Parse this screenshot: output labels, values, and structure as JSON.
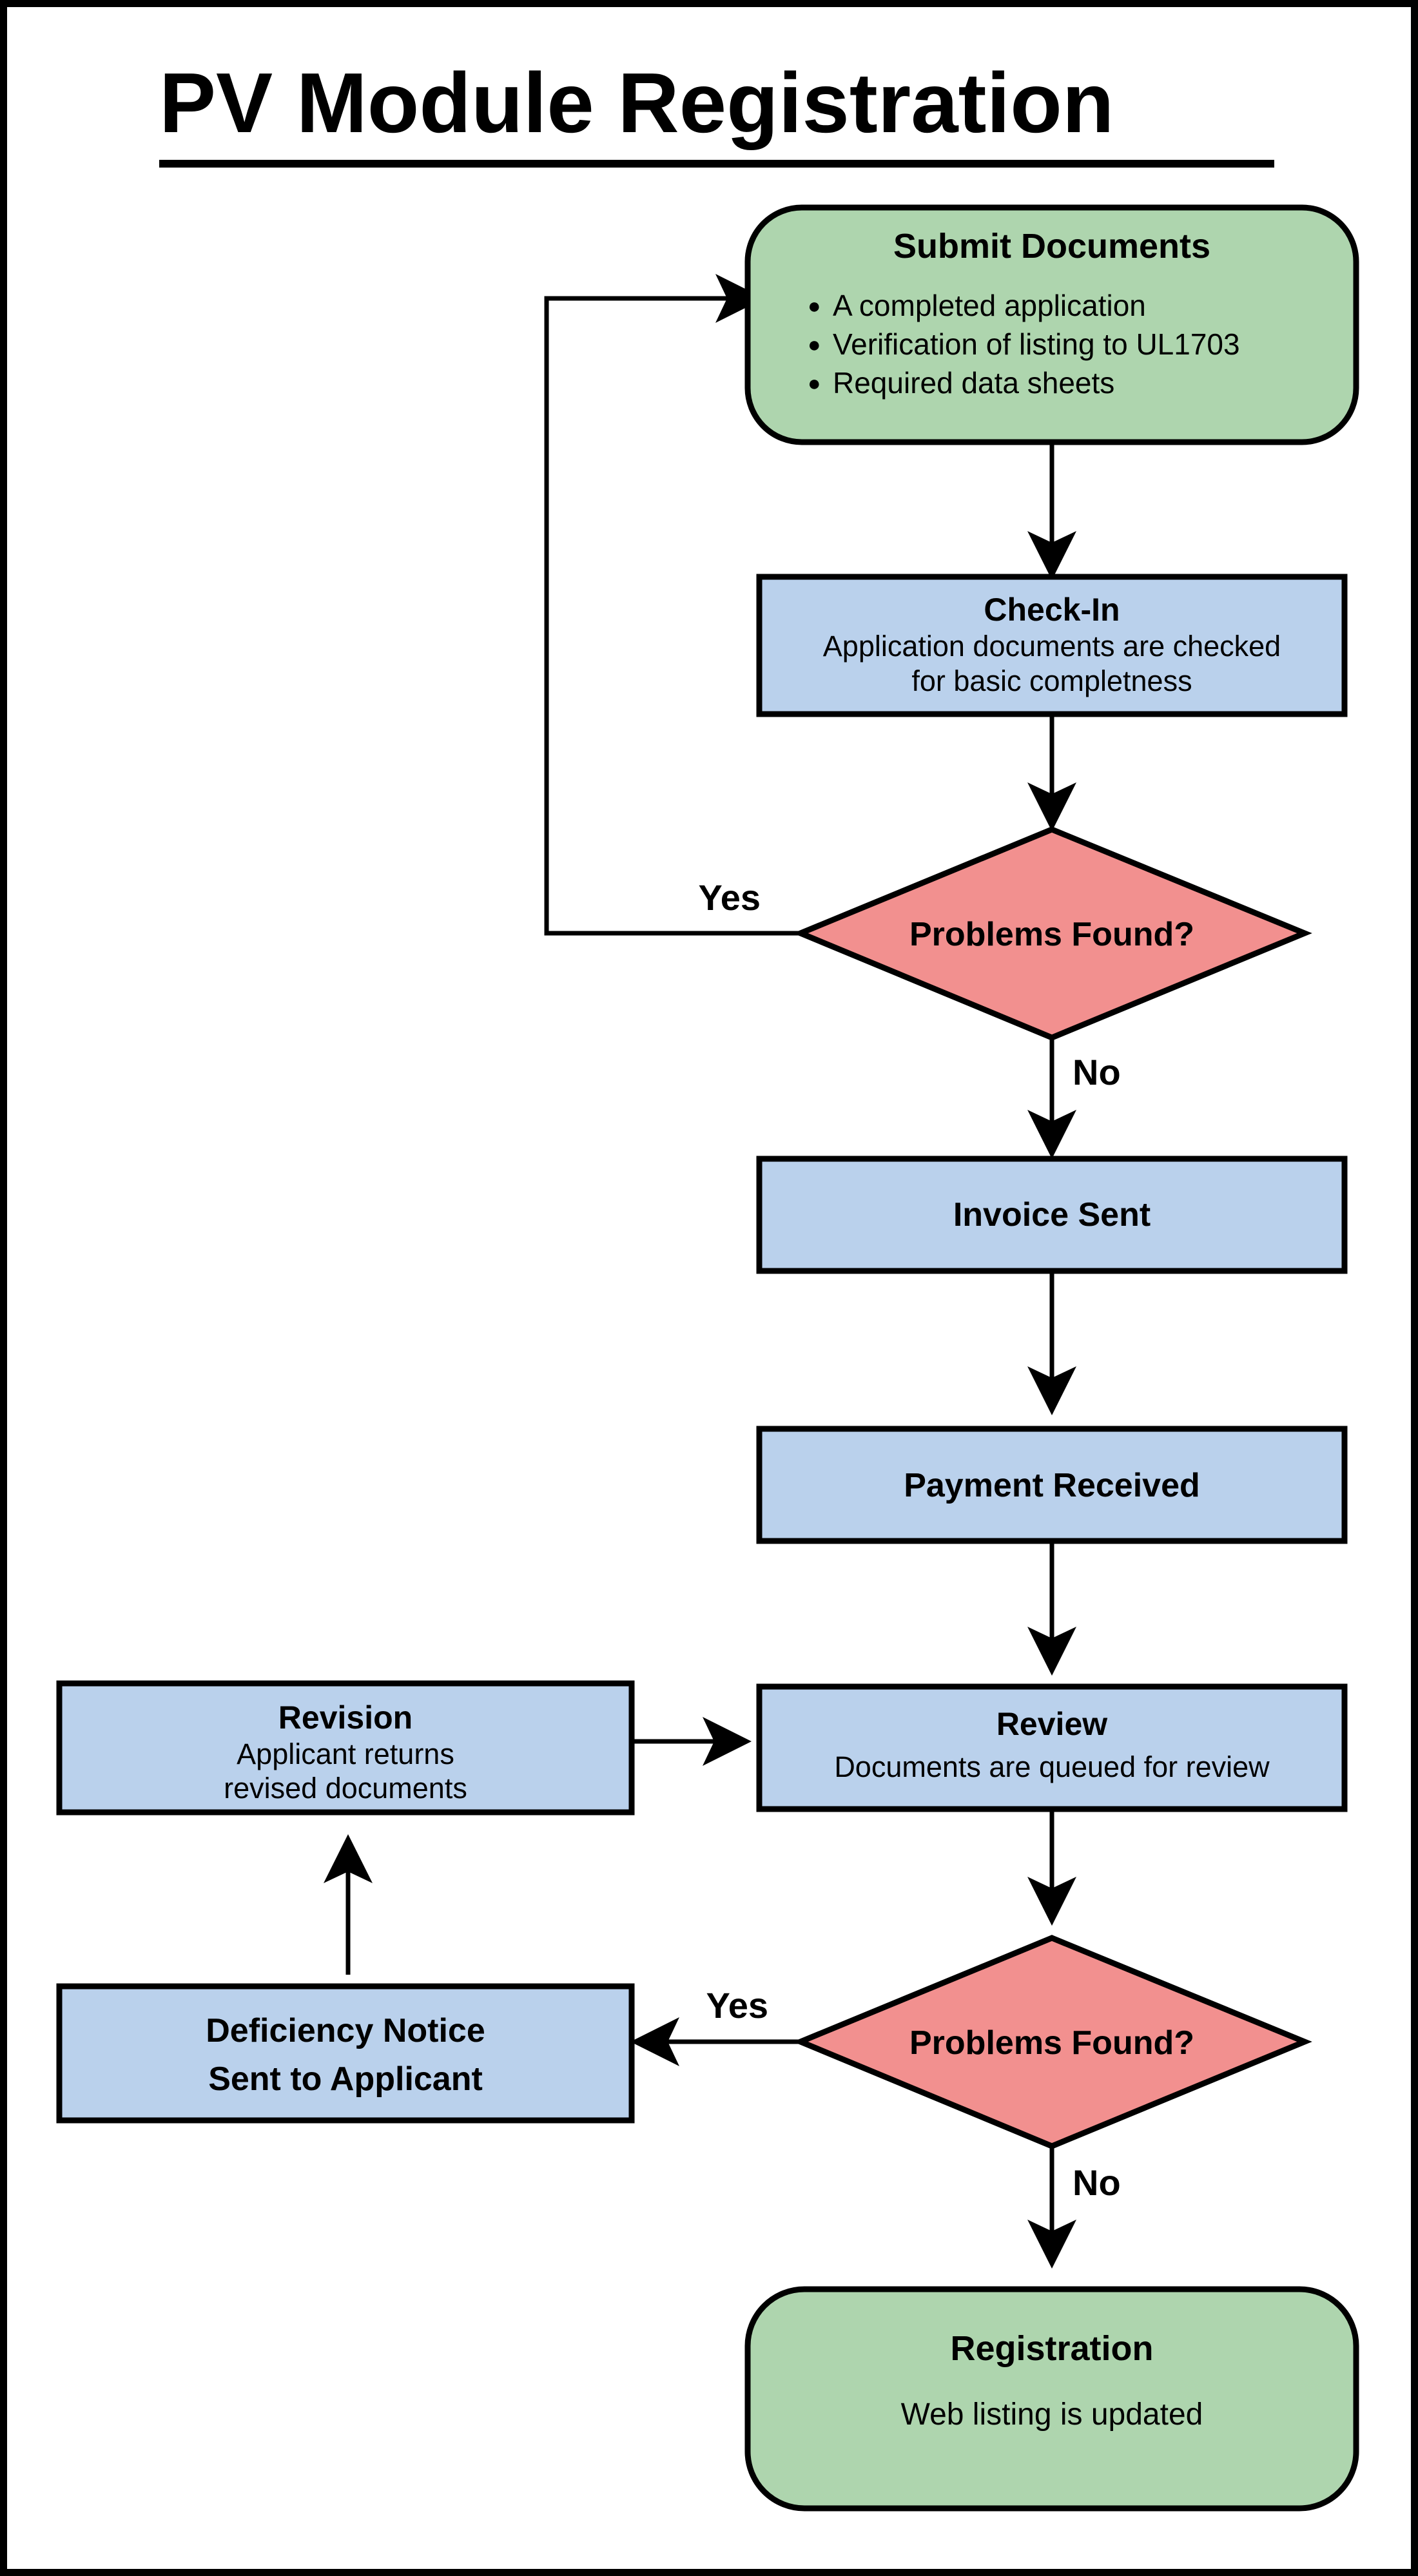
{
  "page": {
    "title": "PV Module Registration",
    "frame_color": "#000000",
    "background": "#ffffff"
  },
  "palette": {
    "terminator_fill": "#AED5AE",
    "process_fill": "#BAD1EC",
    "decision_fill": "#F2908F",
    "outline": "#000000",
    "text": "#000000"
  },
  "chart_data": {
    "type": "flowchart",
    "title": "PV Module Registration",
    "nodes": [
      {
        "id": "submit-documents",
        "shape": "stadium",
        "fill": "#AED5AE",
        "title": "Submit Documents",
        "bullets": [
          "A completed application",
          "Verification of listing to UL1703",
          "Required data sheets"
        ]
      },
      {
        "id": "check-in",
        "shape": "rectangle",
        "fill": "#BAD1EC",
        "title": "Check-In",
        "lines": [
          "Application documents are checked",
          "for basic completness"
        ]
      },
      {
        "id": "problems-found-1",
        "shape": "diamond",
        "fill": "#F2908F",
        "title": "Problems Found?",
        "lines": []
      },
      {
        "id": "invoice-sent",
        "shape": "rectangle",
        "fill": "#BAD1EC",
        "title": "Invoice Sent",
        "lines": []
      },
      {
        "id": "payment-received",
        "shape": "rectangle",
        "fill": "#BAD1EC",
        "title": "Payment Received",
        "lines": []
      },
      {
        "id": "review",
        "shape": "rectangle",
        "fill": "#BAD1EC",
        "title": "Review",
        "lines": [
          "Documents are queued for review"
        ]
      },
      {
        "id": "revision",
        "shape": "rectangle",
        "fill": "#BAD1EC",
        "title": "Revision",
        "lines": [
          "Applicant returns",
          "revised documents"
        ]
      },
      {
        "id": "problems-found-2",
        "shape": "diamond",
        "fill": "#F2908F",
        "title": "Problems Found?",
        "lines": []
      },
      {
        "id": "deficiency-notice",
        "shape": "rectangle",
        "fill": "#BAD1EC",
        "title": "Deficiency Notice",
        "lines": [
          "Sent to Applicant"
        ],
        "title_line2": "Sent to Applicant"
      },
      {
        "id": "registration",
        "shape": "stadium",
        "fill": "#AED5AE",
        "title": "Registration",
        "lines": [
          "Web listing is updated"
        ]
      }
    ],
    "edges": [
      {
        "from": "submit-documents",
        "to": "check-in",
        "label": ""
      },
      {
        "from": "check-in",
        "to": "problems-found-1",
        "label": ""
      },
      {
        "from": "problems-found-1",
        "to": "submit-documents",
        "label": "Yes"
      },
      {
        "from": "problems-found-1",
        "to": "invoice-sent",
        "label": "No"
      },
      {
        "from": "invoice-sent",
        "to": "payment-received",
        "label": ""
      },
      {
        "from": "payment-received",
        "to": "review",
        "label": ""
      },
      {
        "from": "review",
        "to": "problems-found-2",
        "label": ""
      },
      {
        "from": "problems-found-2",
        "to": "deficiency-notice",
        "label": "Yes"
      },
      {
        "from": "problems-found-2",
        "to": "registration",
        "label": "No"
      },
      {
        "from": "deficiency-notice",
        "to": "revision",
        "label": ""
      },
      {
        "from": "revision",
        "to": "review",
        "label": ""
      }
    ]
  },
  "nodes": {
    "submit_documents": {
      "title": "Submit Documents",
      "bullet1": "A completed application",
      "bullet2": "Verification of listing to UL1703",
      "bullet3": "Required data sheets",
      "bullet_glyph": "●"
    },
    "check_in": {
      "title": "Check-In",
      "line1": "Application documents are checked",
      "line2": "for basic completness"
    },
    "decision_1": {
      "title": "Problems Found?"
    },
    "invoice_sent": {
      "title": "Invoice Sent"
    },
    "payment_received": {
      "title": "Payment Received"
    },
    "review": {
      "title": "Review",
      "line1": "Documents are queued for review"
    },
    "revision": {
      "title": "Revision",
      "line1": "Applicant returns",
      "line2": "revised documents"
    },
    "decision_2": {
      "title": "Problems Found?"
    },
    "deficiency_notice": {
      "line1": "Deficiency Notice",
      "line2": "Sent to Applicant"
    },
    "registration": {
      "title": "Registration",
      "line1": "Web listing is updated"
    }
  },
  "labels": {
    "yes_top": "Yes",
    "no_top": "No",
    "yes_bottom": "Yes",
    "no_bottom": "No"
  }
}
